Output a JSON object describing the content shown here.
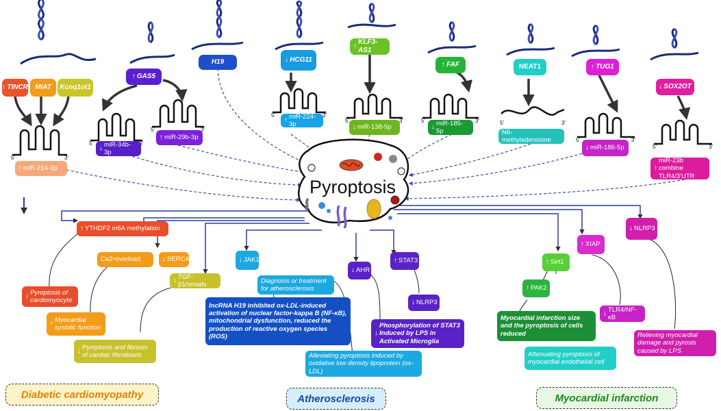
{
  "center": {
    "title": "Pyroptosis"
  },
  "lncrnas": {
    "tincr": "TINCR",
    "miat": "MIAT",
    "kcnq1ot1": "Kcnq1ot1",
    "gas5": "GAS5",
    "h19": "H19",
    "hcg11": "HCG11",
    "klf3as1": "KLF3-AS1",
    "faf": "FAF",
    "neat1": "NEAT1",
    "tug1": "TUG1",
    "sox2ot": "SOX2OT"
  },
  "strand_labels": {
    "five": "5'",
    "three": "3'"
  },
  "mirnas": {
    "mir214": "miR-214-3p",
    "mir34b": "miR-34b-3p",
    "mir29b": "miR-29b-3p",
    "mir224": "miR-224-3p",
    "mir138": "miR-138-5p",
    "mir185": "miR-185-5p",
    "n6": "N6-methyladenosine",
    "mir186": "miR-186-5p",
    "mir23b": "miR-23b combine TLR4/3'UTR"
  },
  "effectors": {
    "ythdf2": "YTHDF2 m6A methylation",
    "ca2_a": "Ca2",
    "ca2_sup": "+",
    "ca2_b": "overload",
    "serca": "SERCA",
    "tgf": "TGF-β1/smads",
    "jak1": "JAK1",
    "ahr": "AHR",
    "stat3": "STAT3",
    "nlrp3_a": "NLRP3",
    "sirt1": "Sirt1",
    "pak2": "PAK2",
    "xiap": "XIAP",
    "tlr4": "TLR4/NF-κB",
    "nlrp3_b": "NLRP3"
  },
  "outcomes": {
    "pyro_cardio": "Pyroptosis of cardiomyocyte",
    "myo_systolic": "Myocardial systolic function",
    "fibrosis": "Pyroptosis and fibrosis of cardiac fibroblasts",
    "diagnosis": "Diagnosis or treatment for atherosclerosis",
    "h19_text": "lncRNA H19 inhibited ox-LDL-induced activation of nuclear factor-kappa B (NF-κB), mitochondrial dysfunction, reduced the production of reactive oxygen species (ROS)",
    "alleviating": "Alleviating pyroptosis induced by oxidative low density lipoprotein (ox-LDL)",
    "phospho": "Phosphorylation of STAT3 Induced by LPS in Activated Microglia",
    "infarct": "Myocardial infarction size and the pyroptosis of cells reduced",
    "attenuating": "Attenuating pyroptosis of myocardial endothelial cell",
    "relieving": "Relieving myocardial damage and pyrosis caused by LPS"
  },
  "regions": {
    "diabetic": "Diabetic cardiomyopathy",
    "athero": "Atherosclerosis",
    "mi": "Myocardial infarction"
  },
  "colors": {
    "arrow_blue": "#2a3a9c",
    "dashed_blue": "#3b4ca8",
    "diabetic_bg": "#fdf3c8",
    "athero_bg": "#d6eefa",
    "mi_bg": "#e8f6e4",
    "diabetic_text": "#e38200",
    "athero_text": "#1446a8",
    "mi_text": "#1f8a1f"
  }
}
